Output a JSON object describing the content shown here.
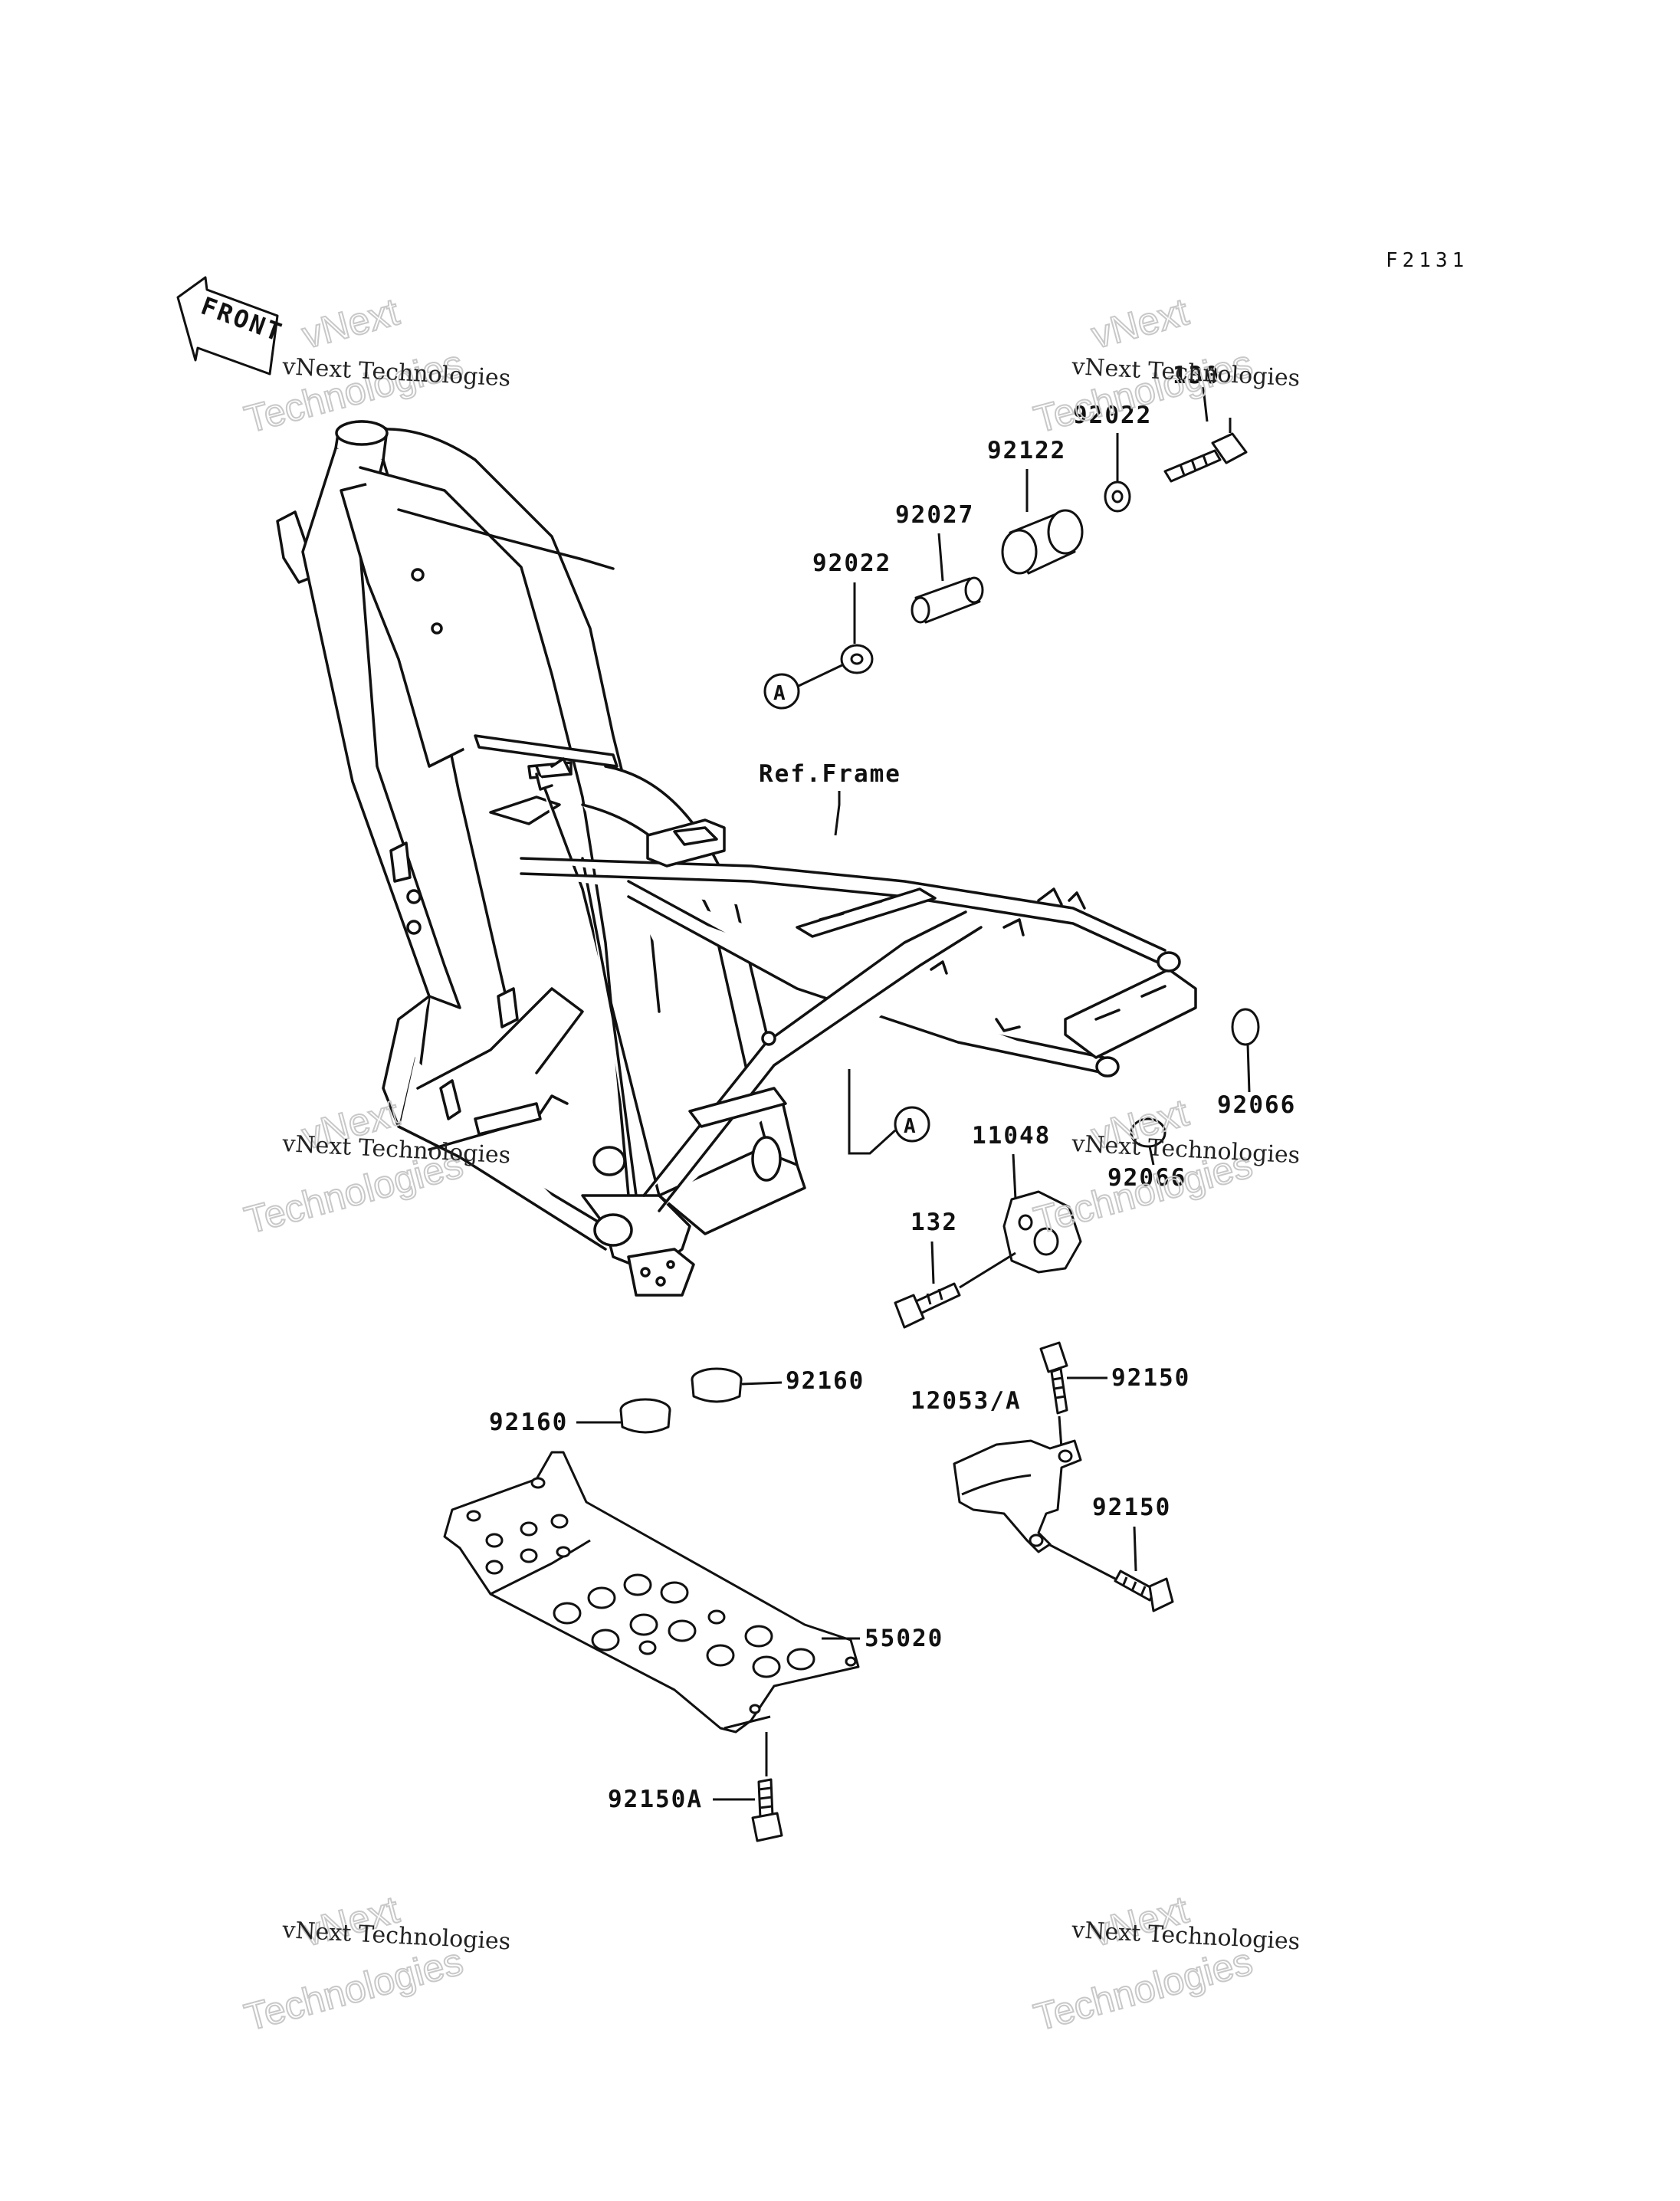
{
  "figure_code": "F2131",
  "front_arrow_label": "FRONT",
  "ref_frame_label": "Ref.Frame",
  "callout_marker": "A",
  "parts": [
    {
      "number": "130"
    },
    {
      "number": "92022"
    },
    {
      "number": "92122"
    },
    {
      "number": "92027"
    },
    {
      "number": "92022"
    },
    {
      "number": "92066"
    },
    {
      "number": "92066"
    },
    {
      "number": "11048"
    },
    {
      "number": "132"
    },
    {
      "number": "92160"
    },
    {
      "number": "92160"
    },
    {
      "number": "92150"
    },
    {
      "number": "12053/A"
    },
    {
      "number": "92150"
    },
    {
      "number": "55020"
    },
    {
      "number": "92150A"
    }
  ],
  "watermark": {
    "line1": "vNext Technologies",
    "line2": "vNext",
    "line3": "Technologies"
  }
}
